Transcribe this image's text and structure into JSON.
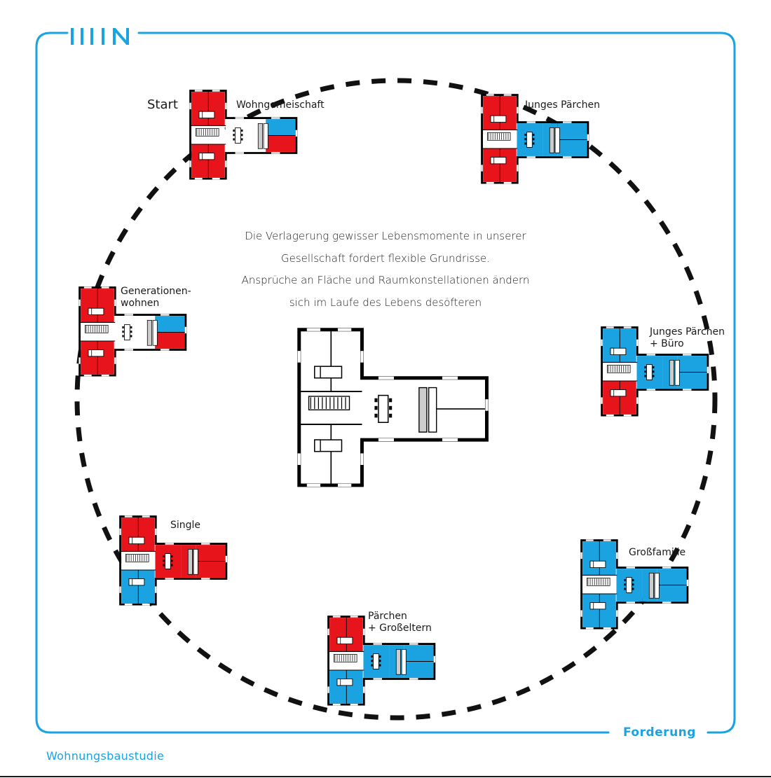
{
  "intro": {
    "lines": [
      "Die Verlagerung gewisser Lebensmomente in unserer",
      "Gesellschaft fordert flexible Grundrisse.",
      "Ansprüche an Fläche und Raumkonstellationen ändern",
      "sich im Laufe des Lebens desöfteren"
    ]
  },
  "start_label": "Start",
  "plans": [
    {
      "label": "Wohngemeischaft",
      "colors": [
        "red",
        "red",
        "white",
        "white",
        "blue",
        "red"
      ]
    },
    {
      "label": "Junges Pärchen",
      "colors": [
        "red",
        "red",
        "blue",
        "blue",
        "blue",
        "blue"
      ]
    },
    {
      "label": "Junges Pärchen\n+ Büro",
      "colors": [
        "blue",
        "red",
        "blue",
        "blue",
        "blue",
        "blue"
      ]
    },
    {
      "label": "Großfamilie",
      "colors": [
        "blue",
        "blue",
        "blue",
        "blue",
        "blue",
        "blue"
      ]
    },
    {
      "label": "Pärchen\n+ Großeltern",
      "colors": [
        "red",
        "blue",
        "blue",
        "blue",
        "blue",
        "blue"
      ]
    },
    {
      "label": "Single",
      "colors": [
        "red",
        "blue",
        "red",
        "red",
        "red",
        "red"
      ]
    },
    {
      "label": "Generationen-\nwohnen",
      "colors": [
        "red",
        "red",
        "white",
        "white",
        "blue",
        "red"
      ]
    }
  ],
  "footer": {
    "title": "Forderung",
    "left": "Wohnungsbaustudie"
  },
  "colors": {
    "accent": "#1aa3e0",
    "red": "#e8141b",
    "blue": "#1aa3e0",
    "line": "#000000"
  }
}
